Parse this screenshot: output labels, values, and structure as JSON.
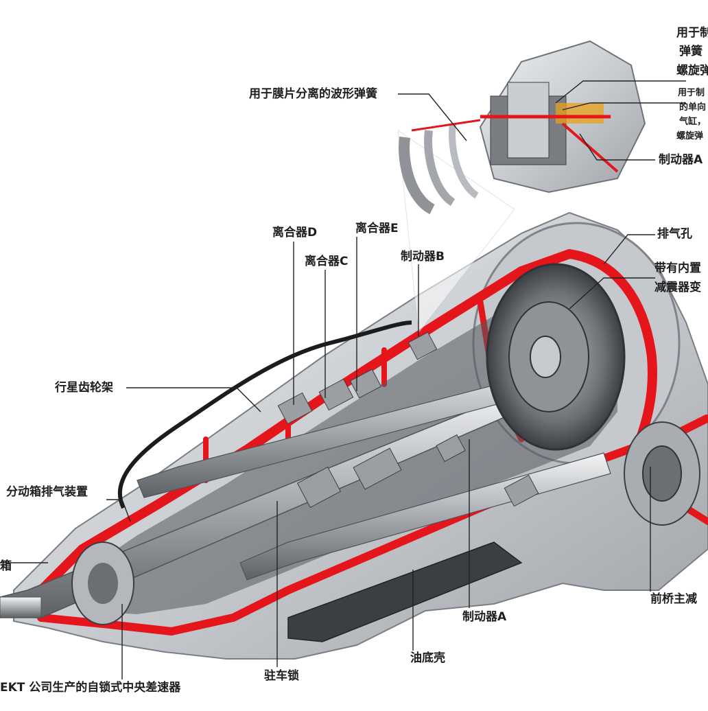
{
  "labels": {
    "wave_spring": "用于膜片分离的波形弹簧",
    "brake_spring_1": "用于制",
    "brake_spring_2": "弹簧",
    "brake_spring_3": "螺旋弹",
    "oneway_1": "用于制",
    "oneway_2": "的单向",
    "oneway_3": "气缸，",
    "oneway_4": "螺旋弹",
    "brake_a_top": "制动器A",
    "clutch_d": "离合器D",
    "clutch_e": "离合器E",
    "clutch_c": "离合器C",
    "brake_b": "制动器B",
    "vent_hole": "排气孔",
    "converter_1": "带有内置",
    "converter_2": "减震器变",
    "planet_carrier": "行星齿轮架",
    "transfer_vent": "分动箱排气装置",
    "transfer_case": "箱",
    "front_diff": "前桥主减",
    "brake_a_bottom": "制动器A",
    "oil_pan": "油底壳",
    "park_lock": "驻车锁",
    "center_diff": "EKT 公司生产的自锁式中央差速器"
  },
  "colors": {
    "housing": "#d9dadc",
    "section_cut": "#e4161b",
    "internal": "#8f9398",
    "dark": "#3b3e42",
    "leader": "#222222"
  }
}
